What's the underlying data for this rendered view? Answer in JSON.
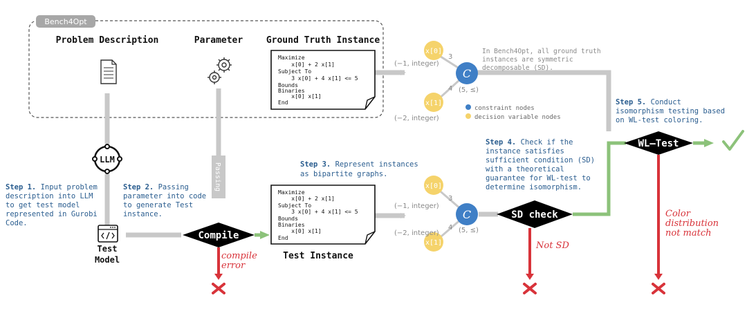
{
  "badge": "Bench4Opt",
  "headers": {
    "problem": "Problem Description",
    "parameter": "Parameter",
    "ground_truth": "Ground Truth Instance"
  },
  "instance_code": [
    "Maximize",
    "    x[0] + 2 x[1]",
    "Subject To",
    "    3 x[0] + 4 x[1] <= 5",
    "Bounds",
    "Binaries",
    "    x[0] x[1]",
    "End"
  ],
  "llm_label": "LLM",
  "passing_label": "Passing",
  "compile_label": "Compile",
  "compile_error": [
    "compile",
    "error"
  ],
  "test_model": [
    "Test",
    "Model"
  ],
  "test_instance": "Test Instance",
  "step1": {
    "num": "Step 1.",
    "lines": [
      " Input problem",
      "description into LLM",
      "to get test model",
      "represented in Gurobi",
      "Code."
    ]
  },
  "step2": {
    "num": "Step 2.",
    "lines": [
      " Passing",
      "parameter into code",
      "to generate Test",
      "instance."
    ]
  },
  "step3": {
    "num": "Step 3.",
    "lines": [
      " Represent instances",
      "as bipartite graphs."
    ]
  },
  "step4": {
    "num": "Step 4.",
    "lines": [
      " Check if the",
      "instance satisfies",
      "sufficient condition (SD)",
      "with a theoretical",
      "guarantee for WL-test to",
      "determine isomorphism."
    ]
  },
  "step5": {
    "num": "Step 5.",
    "lines": [
      " Conduct",
      "isomorphism testing based",
      "on WL-test coloring."
    ]
  },
  "note": [
    "In Bench4Opt, all ground truth",
    "instances are symmetric",
    "decomposable (SD)."
  ],
  "graph": {
    "x0": "x[0]",
    "x1": "x[1]",
    "c": "C",
    "w0": "3",
    "w1": "4",
    "x0_attr": "(−1, integer)",
    "x1_attr": "(−2, integer)",
    "c_attr": "(5, ≤)"
  },
  "legend": {
    "constraint": "constraint nodes",
    "decision": "decision variable nodes"
  },
  "sd_check": "SD check",
  "not_sd": "Not SD",
  "wl_test": "WL–Test",
  "color_fail": [
    "Color",
    "distribution",
    "not match"
  ],
  "colors": {
    "blue": "#2a5d8f",
    "red": "#d8333a",
    "green": "#8cc27a",
    "gray": "#c8c8c8",
    "yellow": "#f5d36b",
    "node_blue": "#3f7fc6"
  }
}
